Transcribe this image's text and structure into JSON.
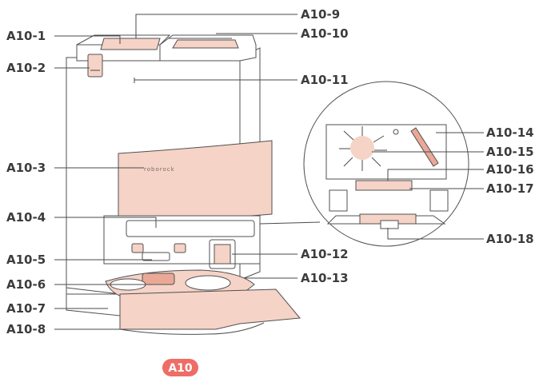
{
  "figure": {
    "badge": {
      "text": "A10",
      "color": "#ee6d66"
    },
    "brand_text": "roborock",
    "accent_fill": "#f6d3c7",
    "accent_dark": "#eaa896",
    "line_color": "#505050",
    "labels": {
      "a10_1": "A10-1",
      "a10_2": "A10-2",
      "a10_3": "A10-3",
      "a10_4": "A10-4",
      "a10_5": "A10-5",
      "a10_6": "A10-6",
      "a10_7": "A10-7",
      "a10_8": "A10-8",
      "a10_9": "A10-9",
      "a10_10": "A10-10",
      "a10_11": "A10-11",
      "a10_12": "A10-12",
      "a10_13": "A10-13",
      "a10_14": "A10-14",
      "a10_15": "A10-15",
      "a10_16": "A10-16",
      "a10_17": "A10-17",
      "a10_18": "A10-18"
    }
  }
}
